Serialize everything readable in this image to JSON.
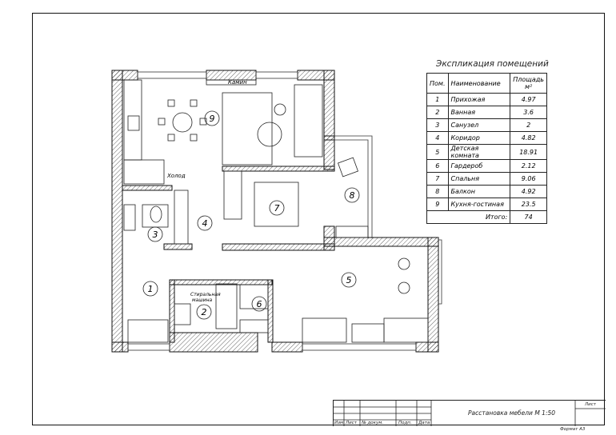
{
  "explication": {
    "title": "Экспликация помещений",
    "headers": {
      "num": "Пом.",
      "name": "Наименование",
      "area": "Площадь",
      "area_unit": "м²"
    },
    "rows": [
      {
        "num": "1",
        "name": "Прихожая",
        "area": "4.97"
      },
      {
        "num": "2",
        "name": "Ванная",
        "area": "3.6"
      },
      {
        "num": "3",
        "name": "Санузел",
        "area": "2"
      },
      {
        "num": "4",
        "name": "Коридор",
        "area": "4.82"
      },
      {
        "num": "5",
        "name": "Детская комната",
        "area": "18.91"
      },
      {
        "num": "6",
        "name": "Гардероб",
        "area": "2.12"
      },
      {
        "num": "7",
        "name": "Спальня",
        "area": "9.06"
      },
      {
        "num": "8",
        "name": "Балкон",
        "area": "4.92"
      },
      {
        "num": "9",
        "name": "Кухня-гостиная",
        "area": "23.5"
      }
    ],
    "total_label": "Итого:",
    "total": "74"
  },
  "plan_labels": {
    "fireplace": "Камин",
    "fridge": "Холод",
    "washer_line1": "Стиральная",
    "washer_line2": "машина"
  },
  "room_numbers": [
    "1",
    "2",
    "3",
    "4",
    "5",
    "6",
    "7",
    "8",
    "9"
  ],
  "title_block": {
    "title": "Расстановка мебели М 1:50",
    "sheet": "Лист",
    "cols": [
      "Изм.",
      "Лист",
      "№ докум.",
      "Подп.",
      "Дата"
    ],
    "format": "Формат А3"
  }
}
